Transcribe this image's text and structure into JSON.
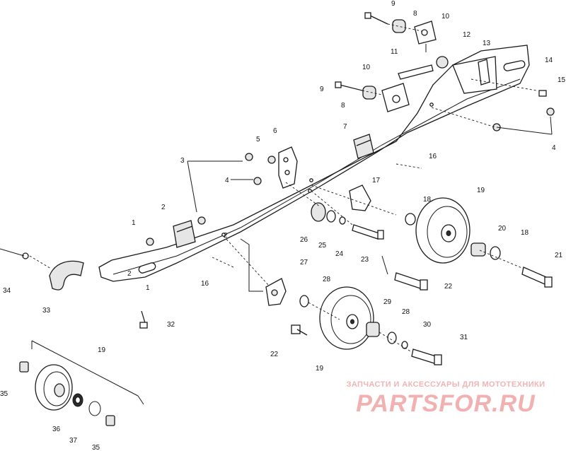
{
  "diagram": {
    "callouts": [
      "1",
      "2",
      "3",
      "4",
      "5",
      "6",
      "7",
      "8",
      "9",
      "10",
      "11",
      "12",
      "13",
      "14",
      "15",
      "16",
      "17",
      "18",
      "19",
      "20",
      "21",
      "22",
      "23",
      "24",
      "25",
      "26",
      "27",
      "28",
      "29",
      "30",
      "31",
      "32",
      "33",
      "34",
      "35",
      "36",
      "37"
    ],
    "side_labels": [
      "2",
      "1",
      "2",
      "4",
      "16"
    ]
  },
  "watermark": {
    "tagline": "ЗАПЧАСТИ И АКСЕССУАРЫ ДЛЯ МОТОТЕХНИКИ",
    "logo": "PARTSFOR.RU"
  }
}
